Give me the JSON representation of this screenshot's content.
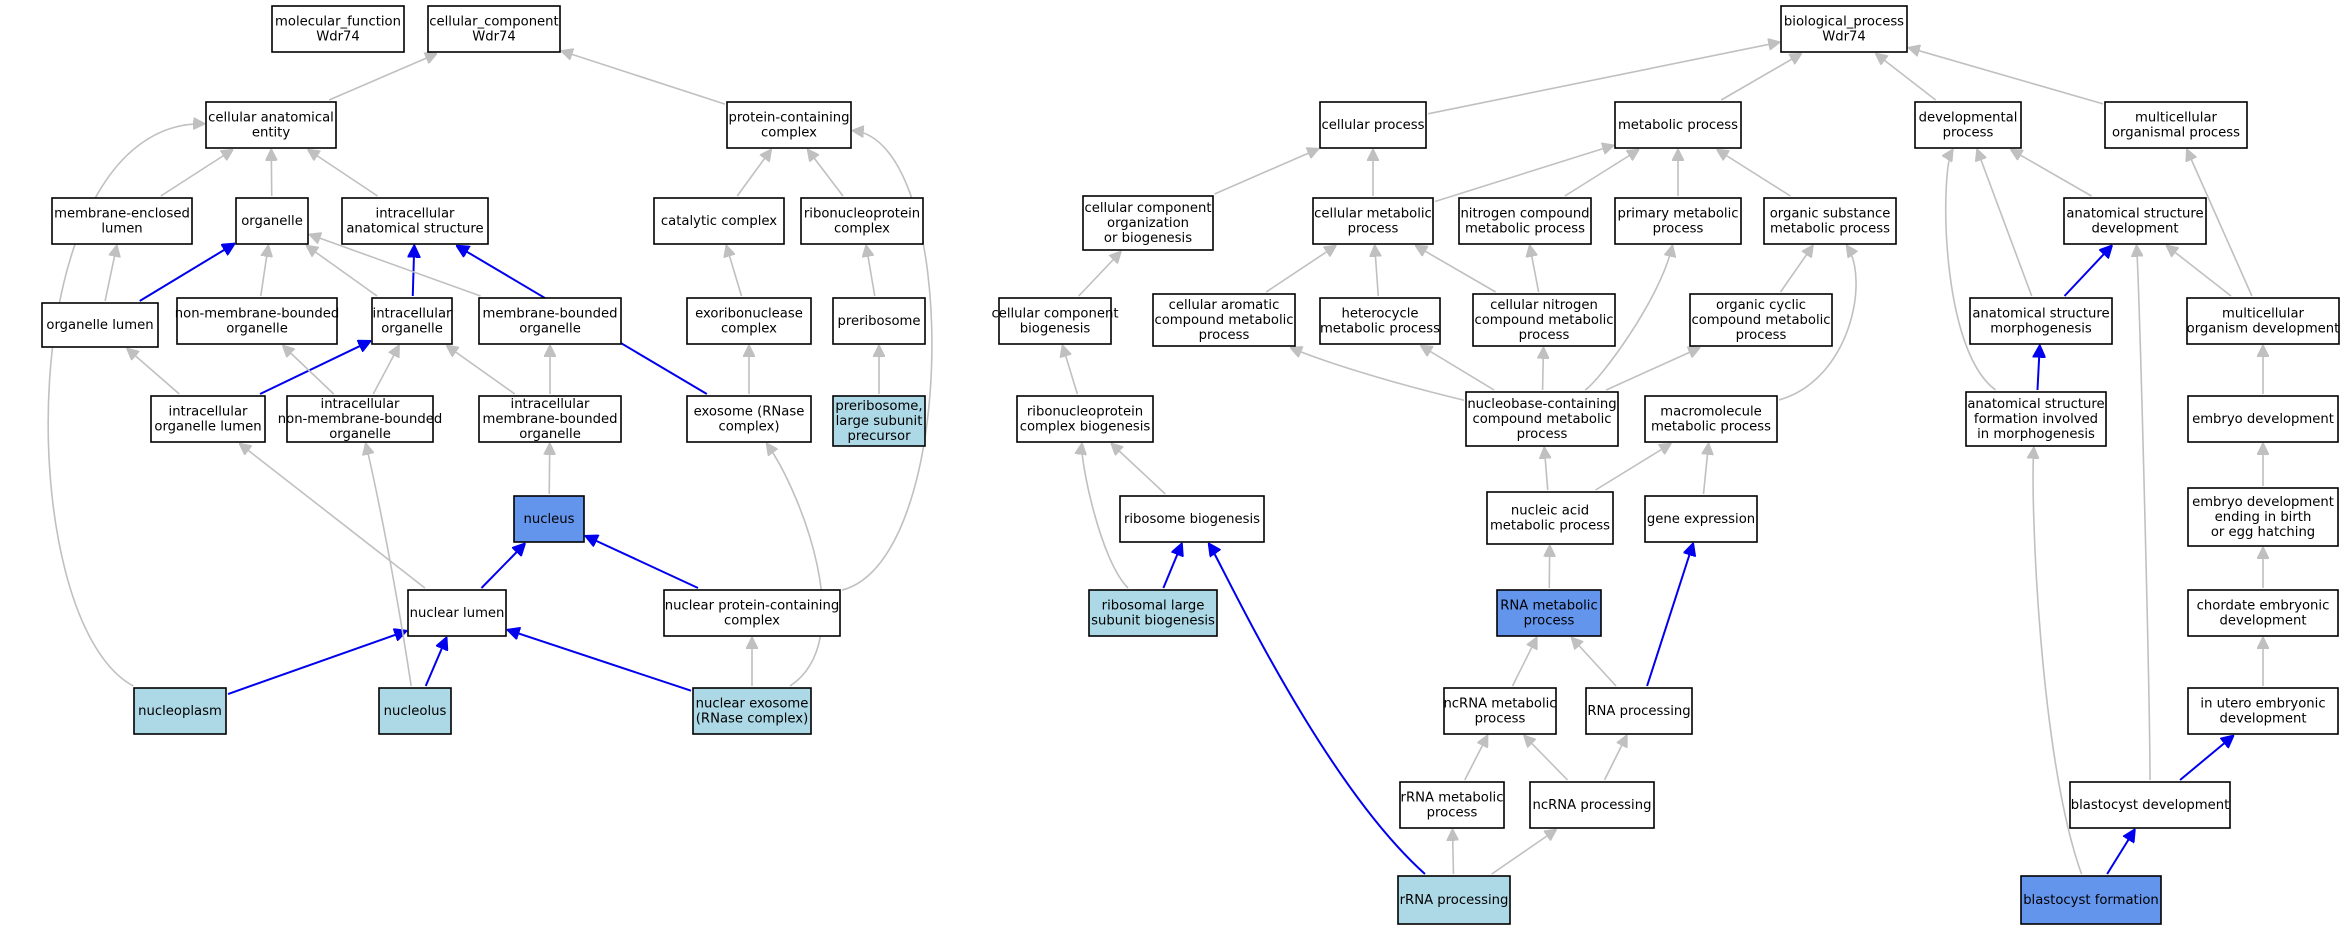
{
  "colors": {
    "edge_is_a": "#c0c0c0",
    "edge_part_of": "#0000ee",
    "node_default": "#ffffff",
    "node_light": "#add8e6",
    "node_dark": "#6495ed",
    "border": "#000000"
  },
  "nodes": [
    {
      "id": "mf_root",
      "lines": [
        "molecular_function",
        "Wdr74"
      ],
      "fill": "white"
    },
    {
      "id": "cc_root",
      "lines": [
        "cellular_component",
        "Wdr74"
      ],
      "fill": "white"
    },
    {
      "id": "cae",
      "lines": [
        "cellular anatomical",
        "entity"
      ],
      "fill": "white"
    },
    {
      "id": "pcc",
      "lines": [
        "protein-containing",
        "complex"
      ],
      "fill": "white"
    },
    {
      "id": "mel",
      "lines": [
        "membrane-enclosed",
        "lumen"
      ],
      "fill": "white"
    },
    {
      "id": "organelle",
      "lines": [
        "organelle"
      ],
      "fill": "white"
    },
    {
      "id": "ias",
      "lines": [
        "intracellular",
        "anatomical structure"
      ],
      "fill": "white"
    },
    {
      "id": "catcomp",
      "lines": [
        "catalytic complex"
      ],
      "fill": "white"
    },
    {
      "id": "rnpc",
      "lines": [
        "ribonucleoprotein",
        "complex"
      ],
      "fill": "white"
    },
    {
      "id": "olumen",
      "lines": [
        "organelle lumen"
      ],
      "fill": "white"
    },
    {
      "id": "nmbo",
      "lines": [
        "non-membrane-bounded",
        "organelle"
      ],
      "fill": "white"
    },
    {
      "id": "io",
      "lines": [
        "intracellular",
        "organelle"
      ],
      "fill": "white"
    },
    {
      "id": "mbo",
      "lines": [
        "membrane-bounded",
        "organelle"
      ],
      "fill": "white"
    },
    {
      "id": "exoc",
      "lines": [
        "exoribonuclease",
        "complex"
      ],
      "fill": "white"
    },
    {
      "id": "prerib",
      "lines": [
        "preribosome"
      ],
      "fill": "white"
    },
    {
      "id": "iol",
      "lines": [
        "intracellular",
        "organelle lumen"
      ],
      "fill": "white"
    },
    {
      "id": "inmbo",
      "lines": [
        "intracellular",
        "non-membrane-bounded",
        "organelle"
      ],
      "fill": "white"
    },
    {
      "id": "imbo",
      "lines": [
        "intracellular",
        "membrane-bounded",
        "organelle"
      ],
      "fill": "white"
    },
    {
      "id": "exosome",
      "lines": [
        "exosome (RNase",
        "complex)"
      ],
      "fill": "white"
    },
    {
      "id": "prelsp",
      "lines": [
        "preribosome,",
        "large subunit",
        "precursor"
      ],
      "fill": "light"
    },
    {
      "id": "nucleus",
      "lines": [
        "nucleus"
      ],
      "fill": "dark"
    },
    {
      "id": "nlumen",
      "lines": [
        "nuclear lumen"
      ],
      "fill": "white"
    },
    {
      "id": "npcc",
      "lines": [
        "nuclear protein-containing",
        "complex"
      ],
      "fill": "white"
    },
    {
      "id": "nucleoplasm",
      "lines": [
        "nucleoplasm"
      ],
      "fill": "light"
    },
    {
      "id": "nucleolus",
      "lines": [
        "nucleolus"
      ],
      "fill": "light"
    },
    {
      "id": "nexo",
      "lines": [
        "nuclear exosome",
        "(RNase complex)"
      ],
      "fill": "light"
    },
    {
      "id": "bp_root",
      "lines": [
        "biological_process",
        "Wdr74"
      ],
      "fill": "white"
    },
    {
      "id": "cp",
      "lines": [
        "cellular process"
      ],
      "fill": "white"
    },
    {
      "id": "mp",
      "lines": [
        "metabolic process"
      ],
      "fill": "white"
    },
    {
      "id": "devp",
      "lines": [
        "developmental",
        "process"
      ],
      "fill": "white"
    },
    {
      "id": "mop",
      "lines": [
        "multicellular",
        "organismal process"
      ],
      "fill": "white"
    },
    {
      "id": "ccob",
      "lines": [
        "cellular component",
        "organization",
        "or biogenesis"
      ],
      "fill": "white"
    },
    {
      "id": "cmp",
      "lines": [
        "cellular metabolic",
        "process"
      ],
      "fill": "white"
    },
    {
      "id": "ncmp",
      "lines": [
        "nitrogen compound",
        "metabolic process"
      ],
      "fill": "white"
    },
    {
      "id": "pmp",
      "lines": [
        "primary metabolic",
        "process"
      ],
      "fill": "white"
    },
    {
      "id": "osmp",
      "lines": [
        "organic substance",
        "metabolic process"
      ],
      "fill": "white"
    },
    {
      "id": "asd",
      "lines": [
        "anatomical structure",
        "development"
      ],
      "fill": "white"
    },
    {
      "id": "ccb",
      "lines": [
        "cellular component",
        "biogenesis"
      ],
      "fill": "white"
    },
    {
      "id": "cacmp",
      "lines": [
        "cellular aromatic",
        "compound metabolic",
        "process"
      ],
      "fill": "white"
    },
    {
      "id": "hmp",
      "lines": [
        "heterocycle",
        "metabolic process"
      ],
      "fill": "white"
    },
    {
      "id": "cncmp",
      "lines": [
        "cellular nitrogen",
        "compound metabolic",
        "process"
      ],
      "fill": "white"
    },
    {
      "id": "occmp",
      "lines": [
        "organic cyclic",
        "compound metabolic",
        "process"
      ],
      "fill": "white"
    },
    {
      "id": "asm",
      "lines": [
        "anatomical structure",
        "morphogenesis"
      ],
      "fill": "white"
    },
    {
      "id": "mod",
      "lines": [
        "multicellular",
        "organism development"
      ],
      "fill": "white"
    },
    {
      "id": "rnpcb",
      "lines": [
        "ribonucleoprotein",
        "complex biogenesis"
      ],
      "fill": "white"
    },
    {
      "id": "nbccmp",
      "lines": [
        "nucleobase-containing",
        "compound metabolic",
        "process"
      ],
      "fill": "white"
    },
    {
      "id": "mmp",
      "lines": [
        "macromolecule",
        "metabolic process"
      ],
      "fill": "white"
    },
    {
      "id": "asfim",
      "lines": [
        "anatomical structure",
        "formation involved",
        "in morphogenesis"
      ],
      "fill": "white"
    },
    {
      "id": "ed",
      "lines": [
        "embryo development"
      ],
      "fill": "white"
    },
    {
      "id": "ribob",
      "lines": [
        "ribosome biogenesis"
      ],
      "fill": "white"
    },
    {
      "id": "namp",
      "lines": [
        "nucleic acid",
        "metabolic process"
      ],
      "fill": "white"
    },
    {
      "id": "ge",
      "lines": [
        "gene expression"
      ],
      "fill": "white"
    },
    {
      "id": "edeb",
      "lines": [
        "embryo development",
        "ending in birth",
        "or egg hatching"
      ],
      "fill": "white"
    },
    {
      "id": "rlsb",
      "lines": [
        "ribosomal large",
        "subunit biogenesis"
      ],
      "fill": "light"
    },
    {
      "id": "rnamp",
      "lines": [
        "RNA metabolic",
        "process"
      ],
      "fill": "dark"
    },
    {
      "id": "ced",
      "lines": [
        "chordate embryonic",
        "development"
      ],
      "fill": "white"
    },
    {
      "id": "ncrnamp",
      "lines": [
        "ncRNA metabolic",
        "process"
      ],
      "fill": "white"
    },
    {
      "id": "rnap",
      "lines": [
        "RNA processing"
      ],
      "fill": "white"
    },
    {
      "id": "iued",
      "lines": [
        "in utero embryonic",
        "development"
      ],
      "fill": "white"
    },
    {
      "id": "rrnamp",
      "lines": [
        "rRNA metabolic",
        "process"
      ],
      "fill": "white"
    },
    {
      "id": "ncrnap",
      "lines": [
        "ncRNA processing"
      ],
      "fill": "white"
    },
    {
      "id": "bd",
      "lines": [
        "blastocyst development"
      ],
      "fill": "white"
    },
    {
      "id": "rrnap",
      "lines": [
        "rRNA processing"
      ],
      "fill": "light"
    },
    {
      "id": "bf",
      "lines": [
        "blastocyst formation"
      ],
      "fill": "dark"
    }
  ],
  "edges": [
    {
      "from": "cae",
      "to": "cc_root",
      "type": "is_a"
    },
    {
      "from": "pcc",
      "to": "cc_root",
      "type": "is_a"
    },
    {
      "from": "mel",
      "to": "cae",
      "type": "is_a"
    },
    {
      "from": "organelle",
      "to": "cae",
      "type": "is_a"
    },
    {
      "from": "ias",
      "to": "cae",
      "type": "is_a"
    },
    {
      "from": "catcomp",
      "to": "pcc",
      "type": "is_a"
    },
    {
      "from": "rnpc",
      "to": "pcc",
      "type": "is_a"
    },
    {
      "from": "olumen",
      "to": "mel",
      "type": "is_a"
    },
    {
      "from": "olumen",
      "to": "organelle",
      "type": "part_of"
    },
    {
      "from": "nmbo",
      "to": "organelle",
      "type": "is_a"
    },
    {
      "from": "io",
      "to": "organelle",
      "type": "is_a"
    },
    {
      "from": "io",
      "to": "ias",
      "type": "part_of"
    },
    {
      "from": "mbo",
      "to": "organelle",
      "type": "is_a"
    },
    {
      "from": "exoc",
      "to": "catcomp",
      "type": "is_a"
    },
    {
      "from": "prerib",
      "to": "rnpc",
      "type": "is_a"
    },
    {
      "from": "iol",
      "to": "olumen",
      "type": "is_a"
    },
    {
      "from": "iol",
      "to": "io",
      "type": "part_of"
    },
    {
      "from": "inmbo",
      "to": "nmbo",
      "type": "is_a"
    },
    {
      "from": "inmbo",
      "to": "io",
      "type": "is_a"
    },
    {
      "from": "imbo",
      "to": "mbo",
      "type": "is_a"
    },
    {
      "from": "imbo",
      "to": "io",
      "type": "is_a"
    },
    {
      "from": "exosome",
      "to": "exoc",
      "type": "is_a"
    },
    {
      "from": "exosome",
      "to": "ias",
      "type": "part_of"
    },
    {
      "from": "prelsp",
      "to": "prerib",
      "type": "is_a"
    },
    {
      "from": "nucleus",
      "to": "imbo",
      "type": "is_a"
    },
    {
      "from": "nlumen",
      "to": "iol",
      "type": "is_a"
    },
    {
      "from": "nlumen",
      "to": "nucleus",
      "type": "part_of"
    },
    {
      "from": "npcc",
      "to": "pcc",
      "type": "is_a"
    },
    {
      "from": "npcc",
      "to": "nucleus",
      "type": "part_of"
    },
    {
      "from": "nucleoplasm",
      "to": "cae",
      "type": "is_a"
    },
    {
      "from": "nucleoplasm",
      "to": "nlumen",
      "type": "part_of"
    },
    {
      "from": "nucleolus",
      "to": "inmbo",
      "type": "is_a"
    },
    {
      "from": "nucleolus",
      "to": "nlumen",
      "type": "part_of"
    },
    {
      "from": "nexo",
      "to": "exosome",
      "type": "is_a"
    },
    {
      "from": "nexo",
      "to": "npcc",
      "type": "is_a"
    },
    {
      "from": "nexo",
      "to": "nlumen",
      "type": "part_of"
    },
    {
      "from": "cp",
      "to": "bp_root",
      "type": "is_a"
    },
    {
      "from": "mp",
      "to": "bp_root",
      "type": "is_a"
    },
    {
      "from": "devp",
      "to": "bp_root",
      "type": "is_a"
    },
    {
      "from": "mop",
      "to": "bp_root",
      "type": "is_a"
    },
    {
      "from": "ccob",
      "to": "cp",
      "type": "is_a"
    },
    {
      "from": "cmp",
      "to": "cp",
      "type": "is_a"
    },
    {
      "from": "cmp",
      "to": "mp",
      "type": "is_a"
    },
    {
      "from": "ncmp",
      "to": "mp",
      "type": "is_a"
    },
    {
      "from": "pmp",
      "to": "mp",
      "type": "is_a"
    },
    {
      "from": "osmp",
      "to": "mp",
      "type": "is_a"
    },
    {
      "from": "asd",
      "to": "devp",
      "type": "is_a"
    },
    {
      "from": "ccb",
      "to": "ccob",
      "type": "is_a"
    },
    {
      "from": "cacmp",
      "to": "cmp",
      "type": "is_a"
    },
    {
      "from": "hmp",
      "to": "cmp",
      "type": "is_a"
    },
    {
      "from": "cncmp",
      "to": "cmp",
      "type": "is_a"
    },
    {
      "from": "cncmp",
      "to": "ncmp",
      "type": "is_a"
    },
    {
      "from": "occmp",
      "to": "osmp",
      "type": "is_a"
    },
    {
      "from": "asm",
      "to": "devp",
      "type": "is_a"
    },
    {
      "from": "asm",
      "to": "asd",
      "type": "part_of"
    },
    {
      "from": "mod",
      "to": "mop",
      "type": "is_a"
    },
    {
      "from": "mod",
      "to": "asd",
      "type": "is_a"
    },
    {
      "from": "rnpcb",
      "to": "ccb",
      "type": "is_a"
    },
    {
      "from": "nbccmp",
      "to": "cacmp",
      "type": "is_a"
    },
    {
      "from": "nbccmp",
      "to": "hmp",
      "type": "is_a"
    },
    {
      "from": "nbccmp",
      "to": "cncmp",
      "type": "is_a"
    },
    {
      "from": "nbccmp",
      "to": "pmp",
      "type": "is_a"
    },
    {
      "from": "nbccmp",
      "to": "occmp",
      "type": "is_a"
    },
    {
      "from": "mmp",
      "to": "osmp",
      "type": "is_a"
    },
    {
      "from": "asfim",
      "to": "devp",
      "type": "is_a"
    },
    {
      "from": "asfim",
      "to": "asm",
      "type": "part_of"
    },
    {
      "from": "ed",
      "to": "mod",
      "type": "is_a"
    },
    {
      "from": "ribob",
      "to": "rnpcb",
      "type": "is_a"
    },
    {
      "from": "namp",
      "to": "nbccmp",
      "type": "is_a"
    },
    {
      "from": "namp",
      "to": "mmp",
      "type": "is_a"
    },
    {
      "from": "ge",
      "to": "mmp",
      "type": "is_a"
    },
    {
      "from": "edeb",
      "to": "ed",
      "type": "is_a"
    },
    {
      "from": "rlsb",
      "to": "rnpcb",
      "type": "is_a"
    },
    {
      "from": "rlsb",
      "to": "ribob",
      "type": "part_of"
    },
    {
      "from": "rnamp",
      "to": "namp",
      "type": "is_a"
    },
    {
      "from": "ced",
      "to": "edeb",
      "type": "is_a"
    },
    {
      "from": "ncrnamp",
      "to": "rnamp",
      "type": "is_a"
    },
    {
      "from": "rnap",
      "to": "rnamp",
      "type": "is_a"
    },
    {
      "from": "rnap",
      "to": "ge",
      "type": "part_of"
    },
    {
      "from": "iued",
      "to": "ced",
      "type": "is_a"
    },
    {
      "from": "rrnamp",
      "to": "ncrnamp",
      "type": "is_a"
    },
    {
      "from": "ncrnap",
      "to": "ncrnamp",
      "type": "is_a"
    },
    {
      "from": "ncrnap",
      "to": "rnap",
      "type": "is_a"
    },
    {
      "from": "bd",
      "to": "iued",
      "type": "part_of"
    },
    {
      "from": "bd",
      "to": "asd",
      "type": "is_a"
    },
    {
      "from": "rrnap",
      "to": "rrnamp",
      "type": "is_a"
    },
    {
      "from": "rrnap",
      "to": "ncrnap",
      "type": "is_a"
    },
    {
      "from": "rrnap",
      "to": "ribob",
      "type": "part_of"
    },
    {
      "from": "bf",
      "to": "bd",
      "type": "part_of"
    },
    {
      "from": "bf",
      "to": "asfim",
      "type": "is_a"
    }
  ]
}
